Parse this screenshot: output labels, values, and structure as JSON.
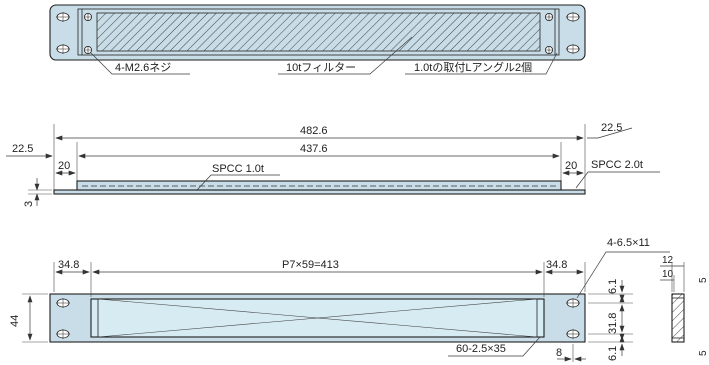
{
  "colors": {
    "panel_fill": "#c8dde7",
    "face_fill": "#d7ebf2",
    "line": "#1e1e1e"
  },
  "top_view": {
    "callout_screws": "4-M2.6ネジ",
    "callout_filter": "10tフィルター",
    "callout_angle": "1.0tの取付Lアングル2個"
  },
  "side_view": {
    "overall": "482.6",
    "inner": "437.6",
    "left_offset": "22.5",
    "right_offset": "22.5",
    "left_flange": "20",
    "right_flange": "20",
    "material_angle": "SPCC 1.0t",
    "material_panel": "SPCC 2.0t",
    "thickness": "3"
  },
  "front_view": {
    "left_margin": "34.8",
    "pitch": "P7×59=413",
    "right_margin": "34.8",
    "slot_holes": "4-6.5×11",
    "height": "44",
    "slot_spec": "60-2.5×35",
    "bottom_width": "8"
  },
  "section_view": {
    "v_top": "6.1",
    "v_mid": "31.8",
    "v_bot": "6.1",
    "w_outer": "12",
    "w_inner": "10",
    "t_top": "5",
    "t_bot": "5"
  }
}
